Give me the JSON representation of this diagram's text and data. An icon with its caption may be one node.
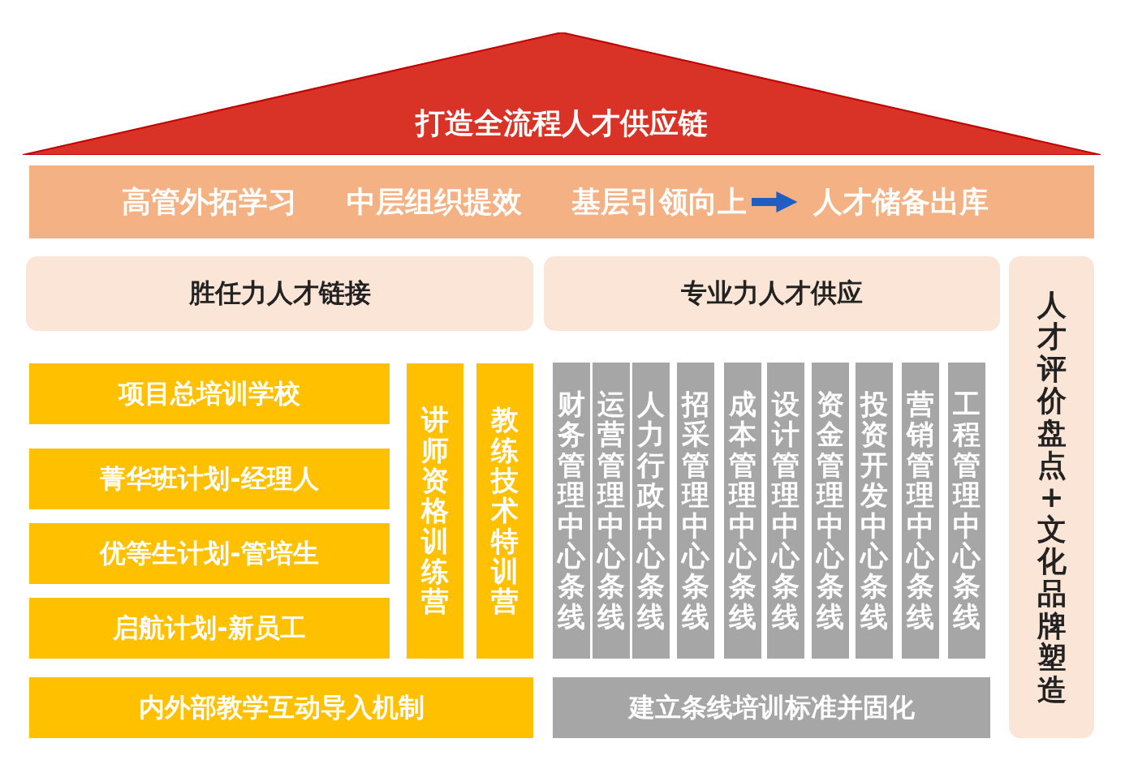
{
  "diagram": {
    "nodes": [
      {
        "text": [
          "打造全流程人才供应链"
        ]
      },
      {
        "text": [],
        "shape": "box"
      },
      {
        "text": [
          "高管外拓学习",
          "中层组织提效",
          "基层引领向上"
        ],
        "in": 1
      },
      {
        "text": [
          "人才储备出库"
        ],
        "in": 1
      },
      {
        "text": [
          "胜任力人才链接"
        ]
      },
      {
        "text": [
          "专业力人才供应"
        ]
      },
      {
        "text": [
          "人才评价盘点+文化品牌塑造"
        ]
      },
      {
        "text": [
          "项目总培训学校"
        ]
      },
      {
        "text": [
          "菁华班计划-经理人"
        ]
      },
      {
        "text": [
          "优等生计划-管培生"
        ]
      },
      {
        "text": [
          "启航计划-新员工"
        ]
      },
      {
        "text": [
          "讲师资格训练营"
        ]
      },
      {
        "text": [
          "教练技术特训营"
        ]
      },
      {
        "text": [
          "财务管理中心条线"
        ]
      },
      {
        "text": [
          "运营管理中心条线"
        ]
      },
      {
        "text": [
          "人力行政中心条线"
        ]
      },
      {
        "text": [
          "招采管理中心条线"
        ]
      },
      {
        "text": [
          "成本管理中心条线"
        ]
      },
      {
        "text": [
          "设计管理中心条线"
        ]
      },
      {
        "text": [
          "资金管理中心条线"
        ]
      },
      {
        "text": [
          "投资开发中心条线"
        ]
      },
      {
        "text": [
          "营销管理中心条线"
        ]
      },
      {
        "text": [
          "工程管理中心条线"
        ]
      },
      {
        "text": [
          "内外部教学互动导入机制"
        ]
      },
      {
        "text": [
          "建立条线培训标准并固化"
        ]
      }
    ],
    "edges": [
      {
        "from": 2,
        "to": 3,
        "arrow": "to",
        "color": "#1f5fc4"
      }
    ]
  }
}
